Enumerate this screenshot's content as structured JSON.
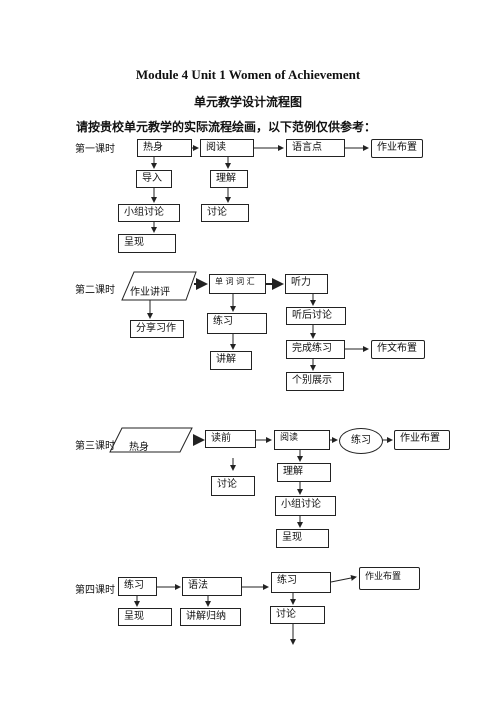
{
  "header": {
    "module_title": "Module 4 Unit 1      Women of Achievement",
    "subtitle": "单元教学设计流程图",
    "instruction": "请按贵校单元教学的实际流程绘画，以下范例仅供参考："
  },
  "lesson1": {
    "label": "第一课时",
    "warmup": "热身",
    "reading": "阅读",
    "language_points": "语言点",
    "homework": "作业布置",
    "lead_in": "导入",
    "comprehension": "理解",
    "group_discussion": "小组讨论",
    "discussion": "讨论",
    "presentation": "呈现"
  },
  "lesson2": {
    "label": "第二课时",
    "homework_review": "作业讲评",
    "vocabulary": "单 词 词 汇",
    "listening": "听力",
    "share_homework": "分享习作",
    "practice": "练习",
    "post_listening_discussion": "听后讨论",
    "explain": "讲解",
    "complete_exercise": "完成练习",
    "composition": "作文布置",
    "individual_show": "个别展示"
  },
  "lesson3": {
    "label": "第三课时",
    "warmup": "热身",
    "pre_reading": "读前",
    "reading": "阅读",
    "practice": "练习",
    "homework": "作业布置",
    "discussion": "讨论",
    "comprehension": "理解",
    "group_discussion": "小组讨论",
    "presentation": "呈现"
  },
  "lesson4": {
    "label": "第四课时",
    "practice": "练习",
    "grammar": "语法",
    "practice2": "练习",
    "homework": "作业布置",
    "presentation": "呈现",
    "explain_summarize": "讲解归纳",
    "discussion": "讨论"
  }
}
